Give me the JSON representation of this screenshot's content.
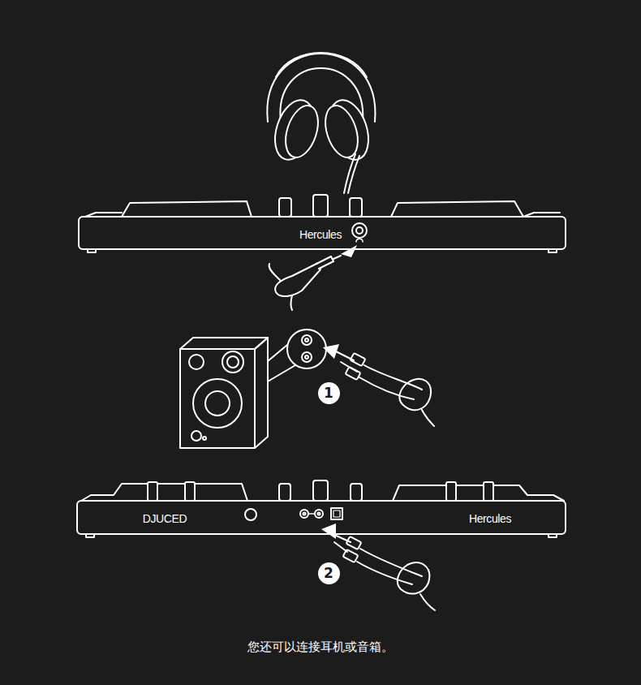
{
  "diagram": {
    "caption": "您还可以连接耳机或音箱。",
    "nodes": [
      {
        "text": [
          "1"
        ]
      },
      {
        "text": [
          "2"
        ]
      }
    ],
    "labels": [
      "Hercules",
      "DJUCED",
      "Hercules"
    ]
  }
}
